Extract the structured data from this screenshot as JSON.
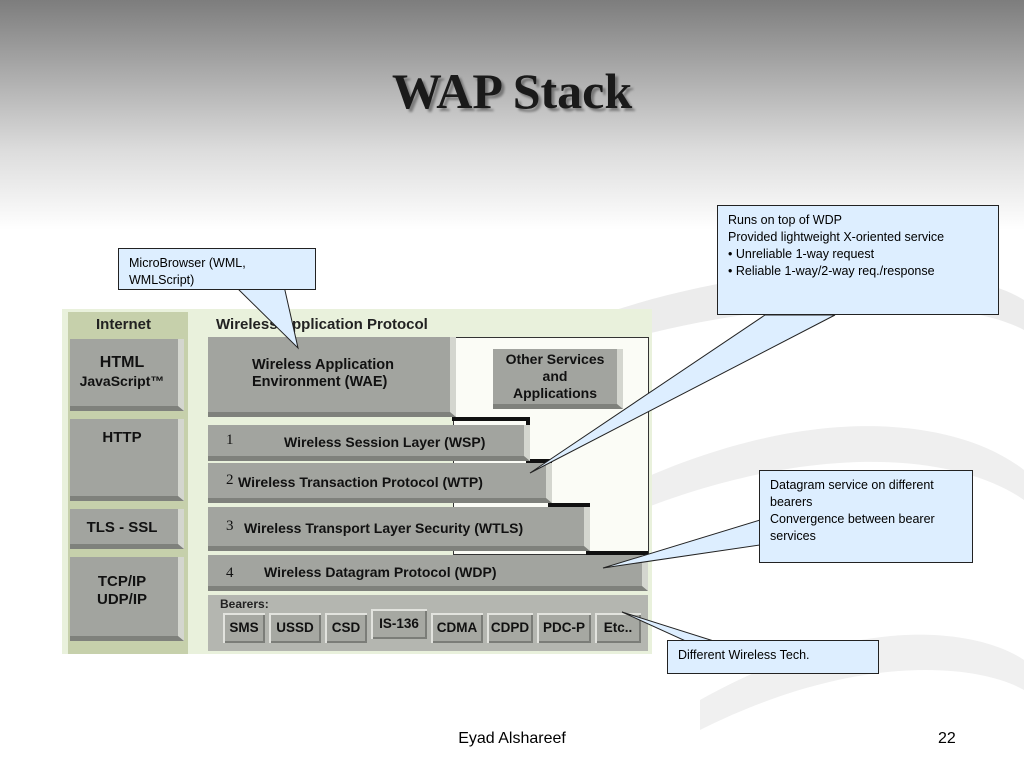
{
  "slide": {
    "title": "WAP Stack",
    "author": "Eyad Alshareef",
    "page_number": "22"
  },
  "diagram": {
    "internet_header": "Internet",
    "wap_header": "Wireless Application Protocol",
    "internet_stack": [
      {
        "line1": "HTML",
        "line2": "JavaScript™"
      },
      {
        "line1": "HTTP",
        "line2": ""
      },
      {
        "line1": "TLS - SSL",
        "line2": ""
      },
      {
        "line1": "TCP/IP",
        "line2": "UDP/IP"
      }
    ],
    "wae": {
      "line1": "Wireless Application",
      "line2": "Environment (WAE)"
    },
    "other": {
      "line1": "Other Services",
      "line2": "and",
      "line3": "Applications"
    },
    "layers": [
      {
        "num": "1",
        "name": "Wireless Session Layer (WSP)"
      },
      {
        "num": "2",
        "name": "Wireless Transaction Protocol (WTP)"
      },
      {
        "num": "3",
        "name": "Wireless Transport Layer Security (WTLS)"
      },
      {
        "num": "4",
        "name": "Wireless Datagram Protocol (WDP)"
      }
    ],
    "bearers_label": "Bearers:",
    "bearers": [
      "SMS",
      "USSD",
      "CSD",
      "IS-136",
      "CDMA",
      "CDPD",
      "PDC-P",
      "Etc.."
    ]
  },
  "callouts": {
    "microbrowser": [
      "MicroBrowser (WML,",
      "WMLScript)"
    ],
    "wdp_runs": [
      "Runs on top of WDP",
      "Provided lightweight X-oriented service",
      "• Unreliable 1-way request",
      "• Reliable 1-way/2-way req./response"
    ],
    "datagram": [
      "Datagram service on different",
      "bearers",
      "Convergence between bearer",
      "services"
    ],
    "wireless_tech": [
      "Different Wireless Tech."
    ]
  },
  "colors": {
    "callout_fill": "#ddeeff",
    "diagram_background": "#e9f1dc",
    "block_gray": "#a2a49f"
  }
}
